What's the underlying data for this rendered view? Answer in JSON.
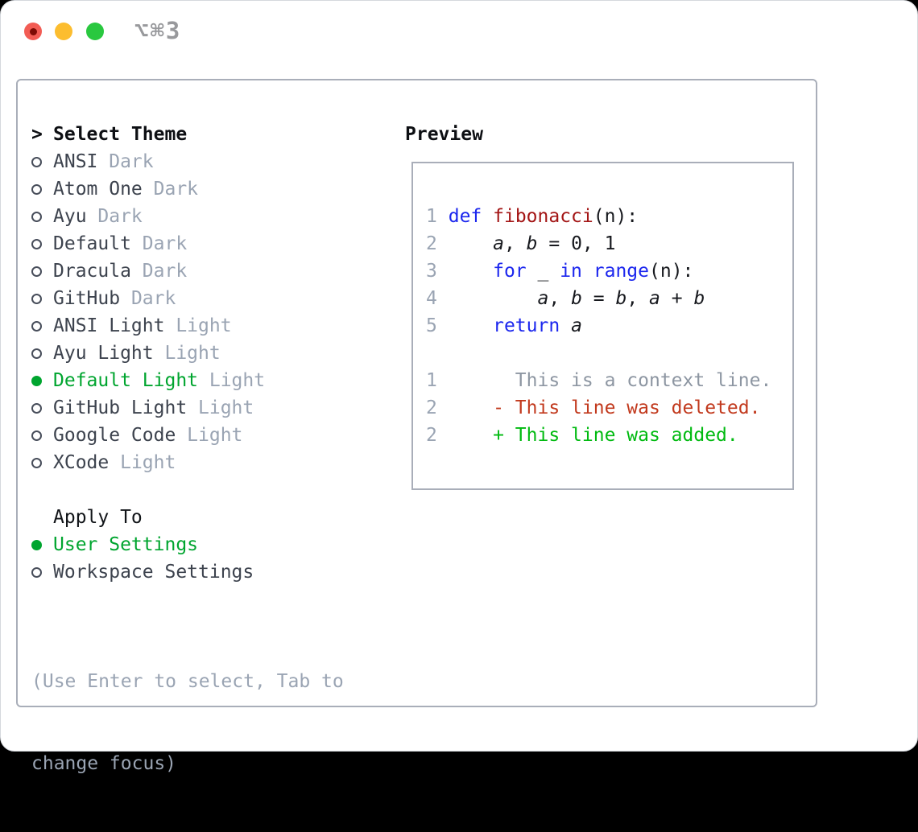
{
  "window": {
    "title": "⌥⌘3",
    "traffic_lights": {
      "close_color": "#f25c54",
      "close_dot_color": "#7d0b04",
      "minimize_color": "#fcbd2f",
      "zoom_color": "#29c83f"
    }
  },
  "theme_selector": {
    "header": {
      "prompt": ">",
      "label": "Select Theme"
    },
    "items": [
      {
        "name": "ANSI",
        "variant": "Dark",
        "selected": false
      },
      {
        "name": "Atom One",
        "variant": "Dark",
        "selected": false
      },
      {
        "name": "Ayu",
        "variant": "Dark",
        "selected": false
      },
      {
        "name": "Default",
        "variant": "Dark",
        "selected": false
      },
      {
        "name": "Dracula",
        "variant": "Dark",
        "selected": false
      },
      {
        "name": "GitHub",
        "variant": "Dark",
        "selected": false
      },
      {
        "name": "ANSI Light",
        "variant": "Light",
        "selected": false
      },
      {
        "name": "Ayu Light",
        "variant": "Light",
        "selected": false
      },
      {
        "name": "Default Light",
        "variant": "Light",
        "selected": true
      },
      {
        "name": "GitHub Light",
        "variant": "Light",
        "selected": false
      },
      {
        "name": "Google Code",
        "variant": "Light",
        "selected": false
      },
      {
        "name": "XCode",
        "variant": "Light",
        "selected": false
      }
    ],
    "apply_to": {
      "header": "Apply To",
      "options": [
        {
          "label": "User Settings",
          "selected": true
        },
        {
          "label": "Workspace Settings",
          "selected": false
        }
      ]
    },
    "hint": [
      "(Use Enter to select, Tab to",
      "change focus)"
    ]
  },
  "preview": {
    "title": "Preview",
    "code_lines": [
      {
        "num": "1",
        "tokens": [
          [
            "k",
            "def"
          ],
          [
            "p",
            " "
          ],
          [
            "f",
            "fibonacci"
          ],
          [
            "p",
            "(n):"
          ]
        ]
      },
      {
        "num": "2",
        "tokens": [
          [
            "p",
            "    "
          ],
          [
            "v",
            "a"
          ],
          [
            "p",
            ", "
          ],
          [
            "v",
            "b"
          ],
          [
            "p",
            " = 0, 1"
          ]
        ]
      },
      {
        "num": "3",
        "tokens": [
          [
            "p",
            "    "
          ],
          [
            "k",
            "for"
          ],
          [
            "p",
            " _ "
          ],
          [
            "k",
            "in"
          ],
          [
            "p",
            " "
          ],
          [
            "k",
            "range"
          ],
          [
            "p",
            "(n):"
          ]
        ]
      },
      {
        "num": "4",
        "tokens": [
          [
            "p",
            "        "
          ],
          [
            "v",
            "a"
          ],
          [
            "p",
            ", "
          ],
          [
            "v",
            "b"
          ],
          [
            "p",
            " = "
          ],
          [
            "v",
            "b"
          ],
          [
            "p",
            ", "
          ],
          [
            "v",
            "a"
          ],
          [
            "p",
            " + "
          ],
          [
            "v",
            "b"
          ]
        ]
      },
      {
        "num": "5",
        "tokens": [
          [
            "p",
            "    "
          ],
          [
            "k",
            "return"
          ],
          [
            "p",
            " "
          ],
          [
            "v",
            "a"
          ]
        ]
      }
    ],
    "diff_lines": [
      {
        "num": "1",
        "cls": "ctx",
        "text": "      This is a context line."
      },
      {
        "num": "2",
        "cls": "del",
        "text": "    - This line was deleted."
      },
      {
        "num": "2",
        "cls": "add",
        "text": "    + This line was added."
      }
    ]
  },
  "colors": {
    "accent_green": "#00a52f",
    "keyword_blue": "#1b26ee",
    "function_red": "#a31515",
    "deleted_red": "#c23a1e",
    "added_green": "#00ba10",
    "muted_gray": "#9aa4b3",
    "border_gray": "#a9aeb9"
  }
}
